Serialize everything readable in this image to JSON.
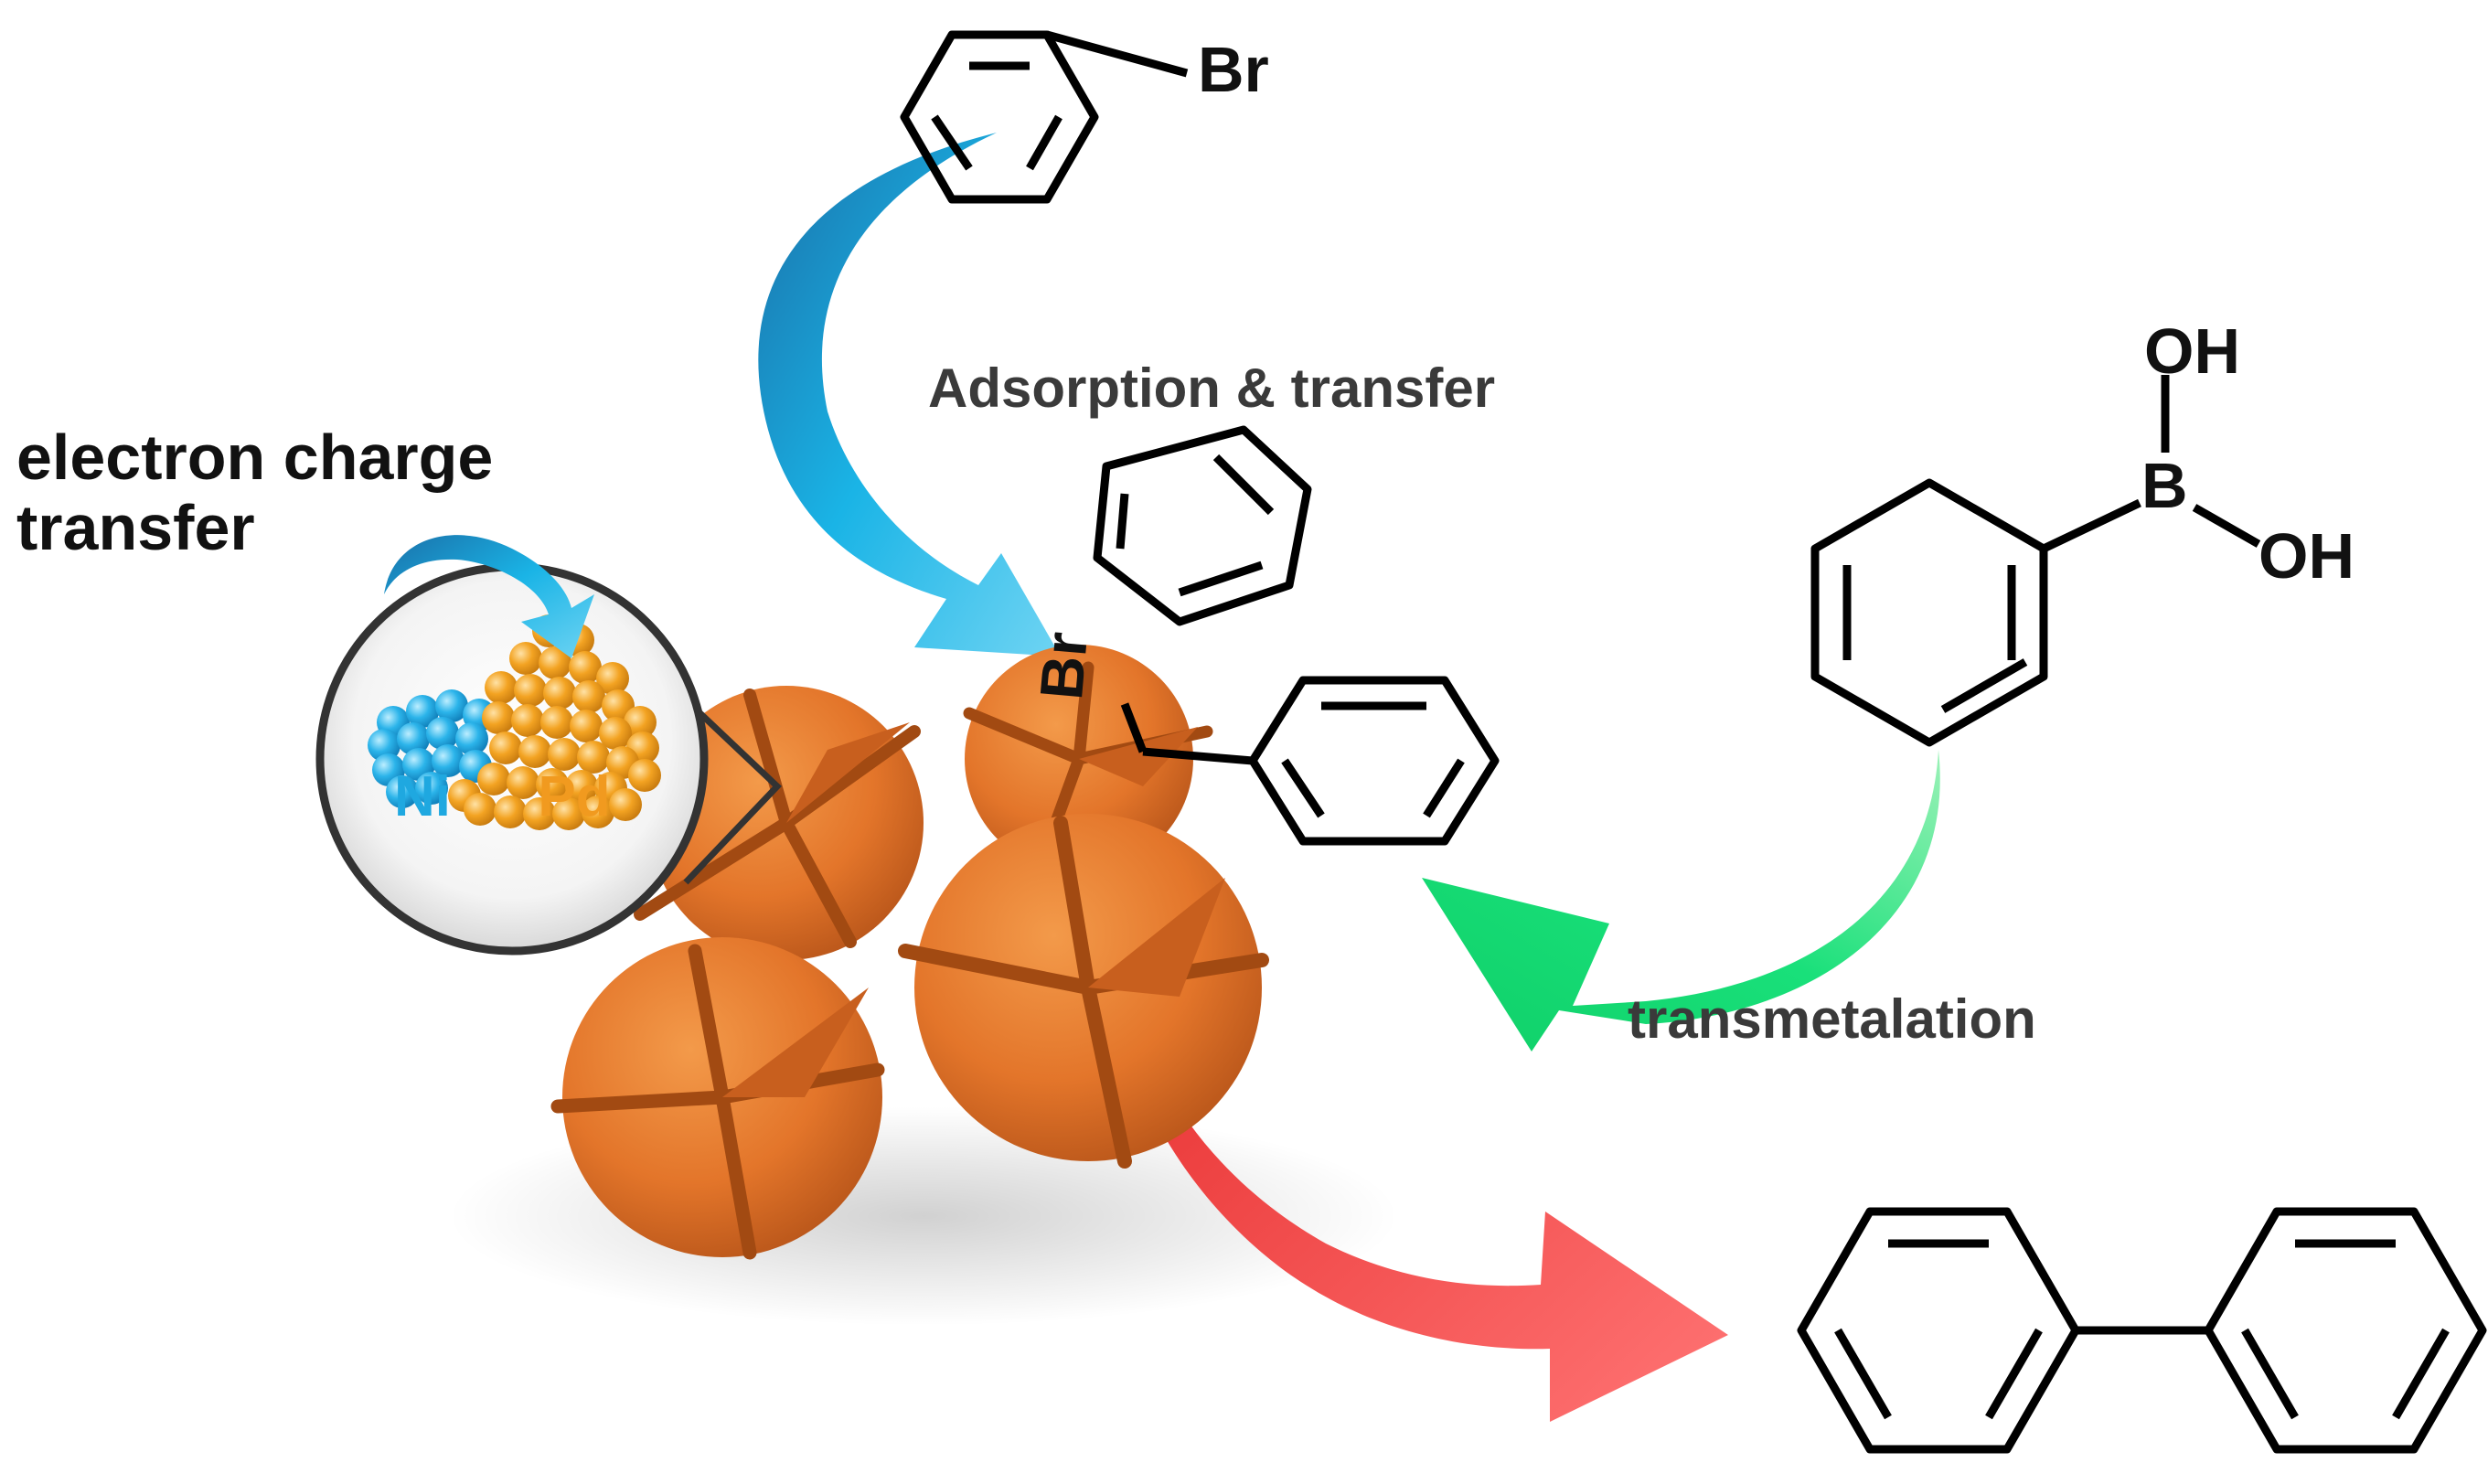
{
  "labels": {
    "electron_line1": "electron charge",
    "electron_line2": "transfer",
    "adsorption": "Adsorption & transfer",
    "transmetalation": "transmetalation",
    "ni": "Ni",
    "pd": "Pd"
  },
  "molecules": {
    "bromobenzene_substituent": "Br",
    "adsorbed_substituent": "Br",
    "boronic_hydroxyl_top": "OH",
    "boronic_boron": "B",
    "boronic_hydroxyl_right": "OH"
  },
  "colors": {
    "ni": "#1fa8e0",
    "pd": "#f19a1f",
    "particle": "#e8782c",
    "arrow_blue": "#1aa7dc",
    "arrow_green": "#1fe37a",
    "arrow_red": "#f03a3a"
  }
}
